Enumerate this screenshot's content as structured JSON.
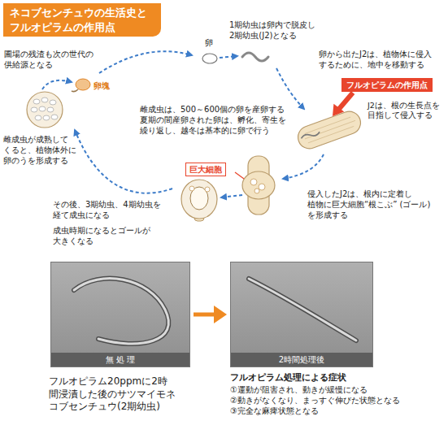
{
  "diagram": {
    "title": "ネコブセンチュウの生活史と フルオピラムの作用点",
    "nodes": [
      {
        "text": [
          "フルオピラムの作用点"
        ]
      },
      {
        "text": [
          "巨大細胞"
        ]
      },
      {
        "text": [
          "無 処 理"
        ]
      },
      {
        "text": [
          "2時間処理後"
        ]
      }
    ],
    "edges": [
      {
        "from": 2,
        "to": 3,
        "arrow": "to"
      }
    ],
    "labels": [
      "卵",
      "1期幼虫は卵内で脱皮し 2期幼虫(J2)となる",
      "卵から出たJ2は、植物体に侵入 するために、地中を移動する",
      "圃場の残渣も次の世代の 供給源となる",
      "卵塊",
      "J2は、根の生長点を 目指して侵入する",
      "雌成虫は、500～600個の卵を産卵する 夏期の間産卵された卵は、孵化、寄生を 繰り返し、越冬は基本的に卵で行う",
      "雌成虫が成熟して くると、植物体外に 卵のうを形成する",
      "侵入したJ2は、根内に定着し 植物に巨大細胞“根こぶ” (ゴール)を形成する",
      "その後、3期幼虫、4期幼虫を 経て成虫になる",
      "成虫時期になるとゴールが 大きくなる",
      "フルオピラム20ppmに2時 間浸漬した後のサツマイモネ コブセンチュウ(2期幼虫)",
      "フルオピラム処理による症状",
      "①運動が阻害され、動きが緩慢になる",
      "②動きがなくなり、まっすぐ伸びた状態となる",
      "③完全な麻痺状態となる"
    ]
  }
}
